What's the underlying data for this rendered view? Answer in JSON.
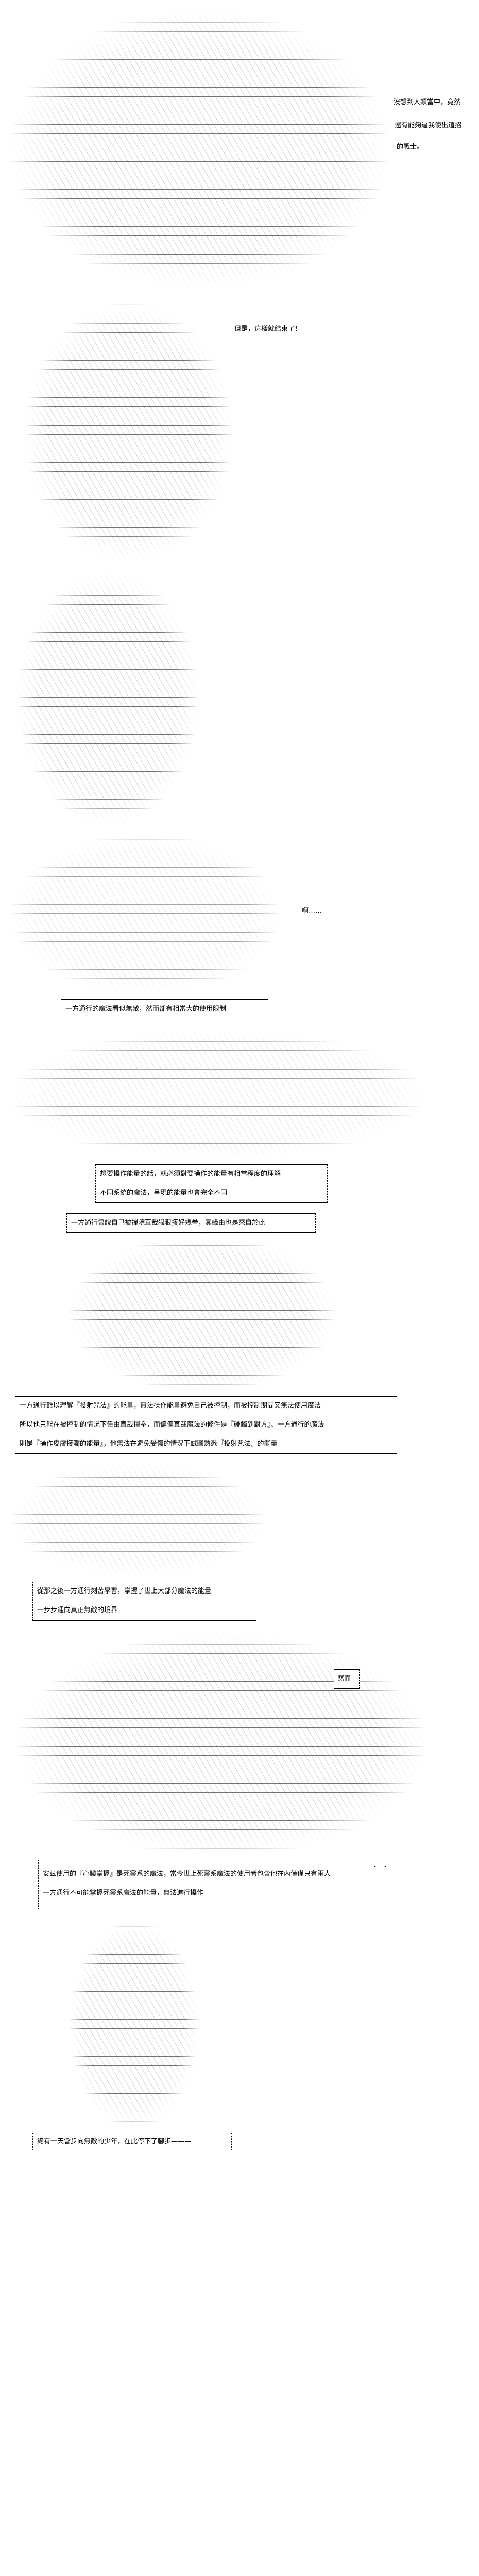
{
  "panels": [
    {
      "id": 1,
      "narration": [
        "沒想到人類當中，竟然",
        "還有能夠逼我使出這招",
        "的戰士。"
      ]
    },
    {
      "id": 2,
      "speech": "但是，這樣就結束了！"
    },
    {
      "id": 3
    },
    {
      "id": 4,
      "speech": "啊……",
      "caption": [
        "一方通行的魔法看似無敵，然而卻有相當大的使用限制"
      ]
    },
    {
      "id": 5,
      "caption": [
        "想要操作能量的話，就必須對要操作的能量有相當程度的理解",
        "不同系統的魔法，呈現的能量也會完全不同"
      ]
    },
    {
      "id": 6,
      "caption_top": [
        "一方通行曾說自己被禪院直哉狠狠揍好幾拳，其緣由也是來自於此"
      ],
      "caption": [
        "一方通行難以理解『投射咒法』的能量，無法操作能量避免自己被控制，而被控制期間又無法使用魔法",
        "所以他只能在被控制的情況下任由直哉揮拳，而偏偏直哉魔法的條件是『碰觸到對方』、一方通行的魔法",
        "則是『操作皮膚接觸的能量』，他無法在避免受傷的情況下試圖熟悉『投射咒法』的能量"
      ]
    },
    {
      "id": 7,
      "caption": [
        "從那之後一方通行刻苦學習，掌握了世上大部分魔法的能量",
        "一步步通向真正無敵的境界"
      ]
    },
    {
      "id": 8,
      "speech": "然而",
      "caption": [
        "安茲使用的『心臟掌握』是死靈系的魔法，當今世上死靈系魔法的使用者包含他在內僅僅只有兩人",
        "一方通行不可能掌握死靈系魔法的能量，無法進行操作"
      ],
      "emphasis_dots": "・・"
    },
    {
      "id": 9,
      "caption": [
        "總有一天會步向無敵的少年，在此停下了腳步———"
      ]
    }
  ]
}
